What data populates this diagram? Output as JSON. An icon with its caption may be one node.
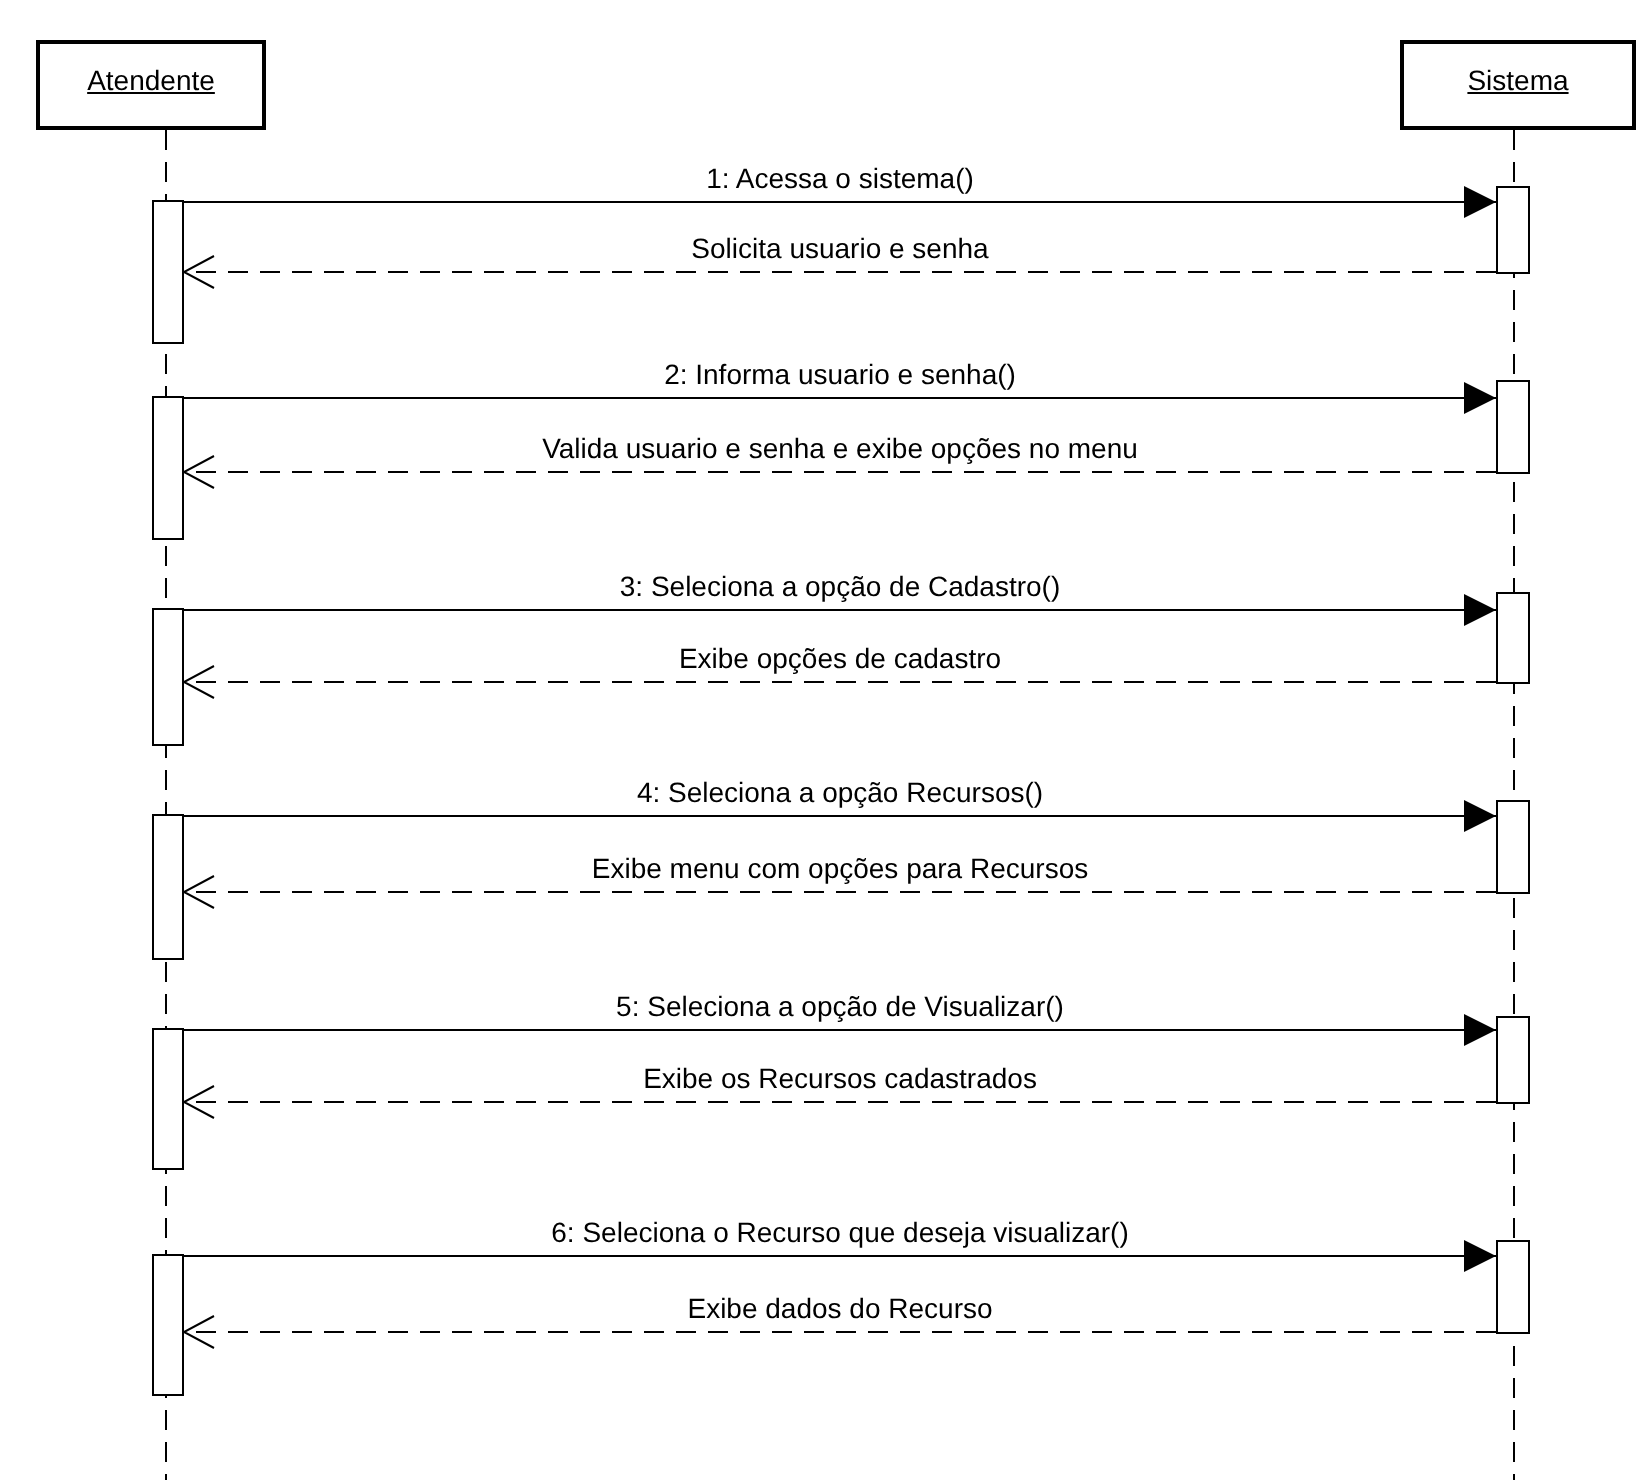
{
  "diagram": {
    "nodes": [
      {
        "text": [
          "Atendente"
        ]
      },
      {
        "text": [
          "Sistema"
        ]
      },
      {
        "text": [],
        "shape": "bar"
      },
      {
        "text": [],
        "shape": "bar"
      },
      {
        "text": [],
        "shape": "bar"
      },
      {
        "text": [],
        "shape": "bar"
      },
      {
        "text": [],
        "shape": "bar"
      },
      {
        "text": [],
        "shape": "bar"
      },
      {
        "text": [],
        "shape": "bar"
      },
      {
        "text": [],
        "shape": "bar"
      },
      {
        "text": [],
        "shape": "bar"
      },
      {
        "text": [],
        "shape": "bar"
      },
      {
        "text": [],
        "shape": "bar"
      },
      {
        "text": [],
        "shape": "bar"
      }
    ],
    "edges": [
      {
        "from": 2,
        "to": 3,
        "arrow": "to",
        "label": "1: Acessa o sistema()"
      },
      {
        "from": 3,
        "to": 2,
        "arrow": "to",
        "style": "dashed",
        "label": "Solicita usuario e senha"
      },
      {
        "from": 4,
        "to": 5,
        "arrow": "to",
        "label": "2: Informa usuario e senha()"
      },
      {
        "from": 5,
        "to": 4,
        "arrow": "to",
        "style": "dashed",
        "label": "Valida usuario e senha e exibe opções no menu"
      },
      {
        "from": 6,
        "to": 7,
        "arrow": "to",
        "label": "3: Seleciona a opção de Cadastro()"
      },
      {
        "from": 7,
        "to": 6,
        "arrow": "to",
        "style": "dashed",
        "label": "Exibe opções de cadastro"
      },
      {
        "from": 8,
        "to": 9,
        "arrow": "to",
        "label": "4: Seleciona a opção Recursos()"
      },
      {
        "from": 9,
        "to": 8,
        "arrow": "to",
        "style": "dashed",
        "label": "Exibe menu com opções para Recursos"
      },
      {
        "from": 10,
        "to": 11,
        "arrow": "to",
        "label": "5: Seleciona a opção de Visualizar()"
      },
      {
        "from": 11,
        "to": 10,
        "arrow": "to",
        "style": "dashed",
        "label": "Exibe os Recursos cadastrados"
      },
      {
        "from": 12,
        "to": 13,
        "arrow": "to",
        "label": "6: Seleciona o Recurso que deseja visualizar()"
      },
      {
        "from": 13,
        "to": 12,
        "arrow": "to",
        "style": "dashed",
        "label": "Exibe dados do Recurso"
      }
    ]
  }
}
